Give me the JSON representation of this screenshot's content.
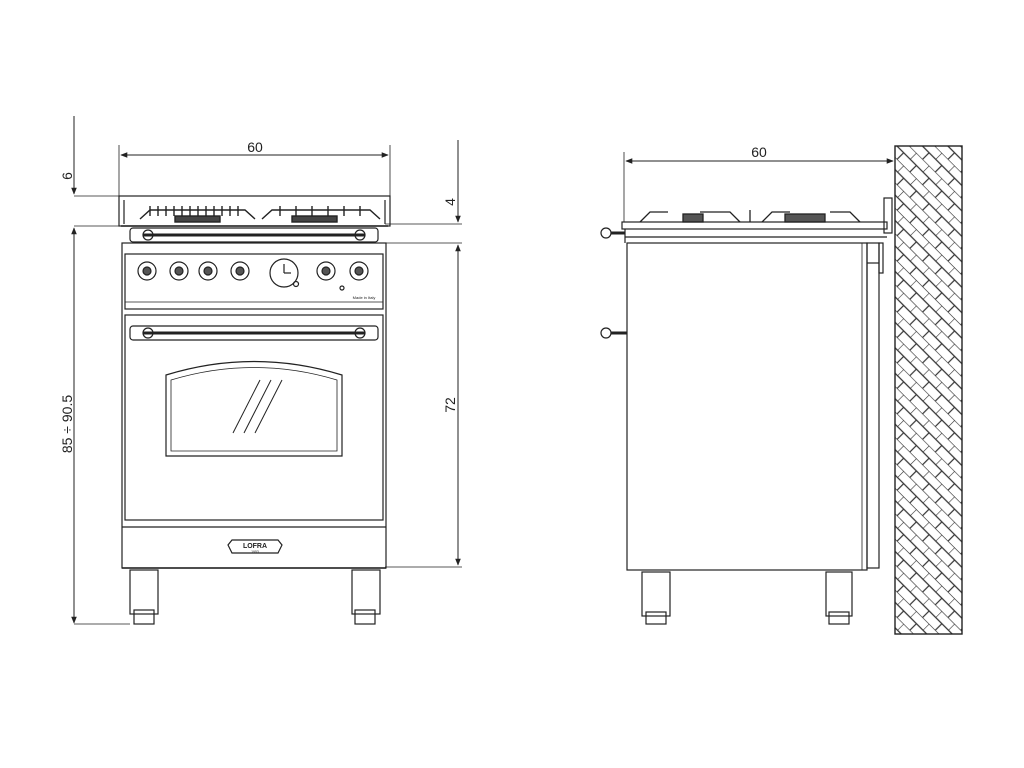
{
  "front_view": {
    "width_label": "60",
    "top_offset_label": "6",
    "total_height_label": "85 ÷ 90.5",
    "hob_offset_label": "4",
    "body_height_label": "72",
    "made_in_label": "Made in Italy",
    "brand_label": "LOFRA",
    "brand_sub_label": "1953"
  },
  "side_view": {
    "width_label": "60"
  }
}
